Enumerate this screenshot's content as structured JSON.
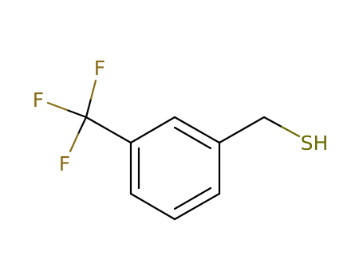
{
  "molecule": {
    "atoms": {
      "f_top": "F",
      "f_left": "F",
      "f_bottom": "F",
      "thiol": "SH"
    },
    "colors": {
      "bond": "#000000",
      "fluorine": "#8a6a14",
      "sulfur": "#6b6b00"
    }
  }
}
